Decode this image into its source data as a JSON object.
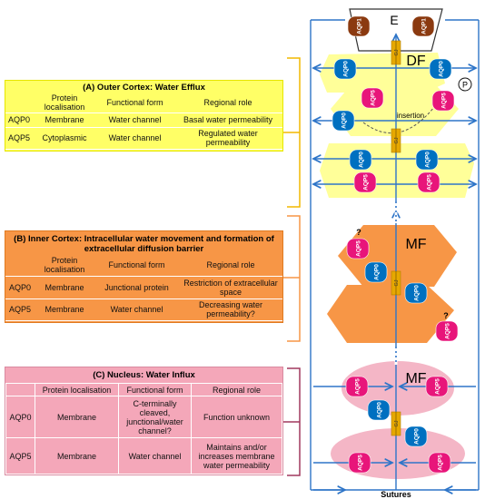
{
  "panel_a": {
    "title": "(A) Outer Cortex: Water Efflux",
    "headers": [
      "",
      "Protein localisation",
      "Functional form",
      "Regional role"
    ],
    "rows": [
      [
        "AQP0",
        "Membrane",
        "Water channel",
        "Basal water permeability"
      ],
      [
        "AQP5",
        "Cytoplasmic",
        "Water channel",
        "Regulated water permeability"
      ]
    ]
  },
  "panel_b": {
    "title": "(B) Inner Cortex: Intracellular water movement and formation of extracellular diffusion barrier",
    "headers": [
      "",
      "Protein localisation",
      "Functional form",
      "Regional role"
    ],
    "rows": [
      [
        "AQP0",
        "Membrane",
        "Junctional protein",
        "Restriction of extracellular space"
      ],
      [
        "AQP5",
        "Membrane",
        "Water channel",
        "Decreasing water permeability?"
      ]
    ]
  },
  "panel_c": {
    "title": "(C) Nucleus: Water Influx",
    "headers": [
      "",
      "Protein localisation",
      "Functional form",
      "Regional role"
    ],
    "rows": [
      [
        "AQP0",
        "Membrane",
        "C-terminally cleaved, junctional/water channel?",
        "Function unknown"
      ],
      [
        "AQP5",
        "Membrane",
        "Water channel",
        "Maintains and/or increases membrane water permeability"
      ]
    ]
  },
  "diagram": {
    "label_e": "E",
    "label_df": "DF",
    "label_mf_upper": "MF",
    "label_mf_lower": "MF",
    "label_insertion": "insertion",
    "label_p": "P",
    "label_gj": "GJ",
    "label_aqp0": "AQP0",
    "label_aqp5": "AQP5",
    "label_aqp1": "AQP1",
    "label_question": "?",
    "label_sutures": "Sutures"
  },
  "colors": {
    "aqp0": "#0070c0",
    "aqp5": "#e8157a",
    "aqp1": "#8b3a10",
    "gap_junction": "#e6a800",
    "arrow": "#2e75c8",
    "outer_cortex": "#ffff99",
    "inner_cortex": "#f79646",
    "nucleus": "#f4a7b9"
  }
}
